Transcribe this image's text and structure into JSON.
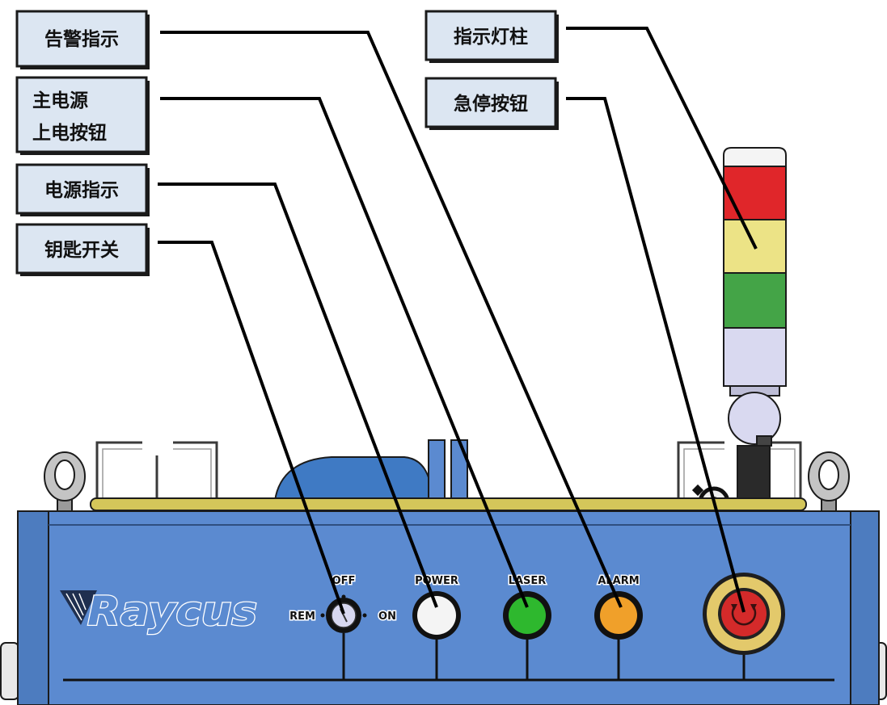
{
  "callouts": {
    "alarm_indicator": "告警指示",
    "main_power_line1": "主电源",
    "main_power_line2": "上电按钮",
    "power_indicator": "电源指示",
    "key_switch": "钥匙开关",
    "light_tower": "指示灯柱",
    "emergency_stop": "急停按钮"
  },
  "panel": {
    "brand": "Raycus",
    "key_off": "OFF",
    "key_rem": "REM",
    "key_on": "ON",
    "power": "POWER",
    "laser": "LASER",
    "alarm": "ALARM"
  },
  "colors": {
    "callout_fill": "#dce6f2",
    "panel_blue": "#5b8ad0",
    "panel_side_blue": "#4d7cbf",
    "dome_blue": "#3f7ac4",
    "top_plate": "#d4c65a",
    "tower_cap": "#f4f4f4",
    "tower_red": "#e0262a",
    "tower_yellow": "#ece386",
    "tower_green": "#44a447",
    "tower_lavender": "#d9d9f0",
    "power_lamp": "#f4f4f4",
    "laser_lamp": "#2eb82e",
    "alarm_lamp": "#f0a02a",
    "estop_yellow": "#e3c96b",
    "estop_red": "#d42a2a",
    "brand_blue": "#5a8ad0"
  }
}
